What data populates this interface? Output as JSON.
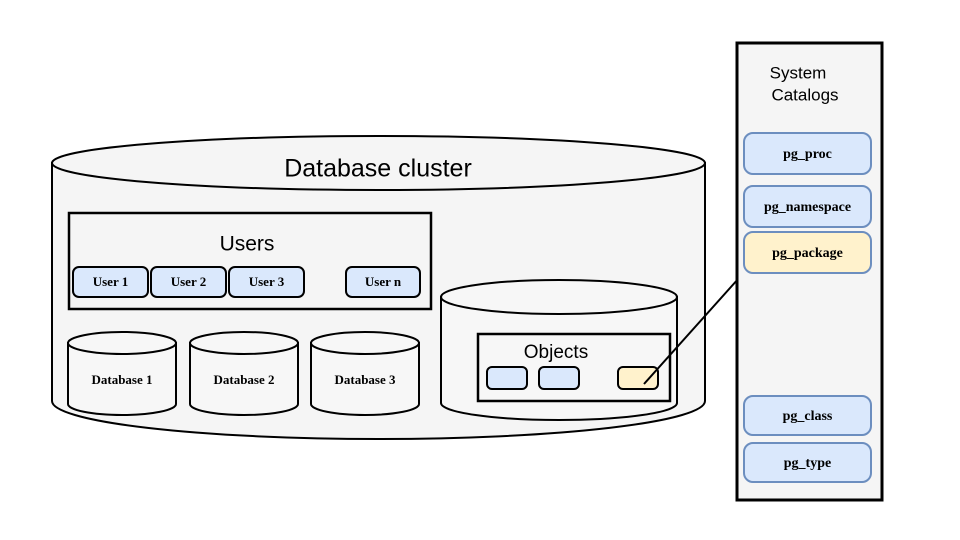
{
  "diagram": {
    "cluster": {
      "title": "Database  cluster",
      "users_group": {
        "title": "Users",
        "users": [
          {
            "label": "User 1"
          },
          {
            "label": "User 2"
          },
          {
            "label": "User 3"
          },
          {
            "label": "User n"
          }
        ]
      },
      "databases": [
        {
          "label": "Database 1"
        },
        {
          "label": "Database 2"
        },
        {
          "label": "Database 3"
        }
      ],
      "objects_cylinder": {
        "title": "Objects",
        "objects": [
          {
            "name": "object-box-1",
            "color": "#dae8fc"
          },
          {
            "name": "object-box-2",
            "color": "#dae8fc"
          },
          {
            "name": "object-box-highlighted",
            "color": "#fff2cc"
          }
        ]
      }
    },
    "system_catalogs": {
      "title_line1": "System",
      "title_line2": "Catalogs",
      "entries": [
        {
          "label": "pg_proc",
          "color": "#dae8fc",
          "highlighted": false
        },
        {
          "label": "pg_namespace",
          "color": "#dae8fc",
          "highlighted": false
        },
        {
          "label": "pg_package",
          "color": "#fff2cc",
          "highlighted": true
        },
        {
          "label": "pg_class",
          "color": "#dae8fc",
          "highlighted": false
        },
        {
          "label": "pg_type",
          "color": "#dae8fc",
          "highlighted": false
        }
      ]
    },
    "connector": {
      "name": "object-to-pg-package-arrow",
      "from": "object-box-highlighted",
      "to": "pg_package"
    },
    "colors": {
      "catalog_fill": "#dae8fc",
      "catalog_stroke": "#6c8ebf",
      "highlight_fill": "#fff2cc",
      "shape_fill": "#f5f5f5",
      "stroke": "#000000"
    }
  }
}
